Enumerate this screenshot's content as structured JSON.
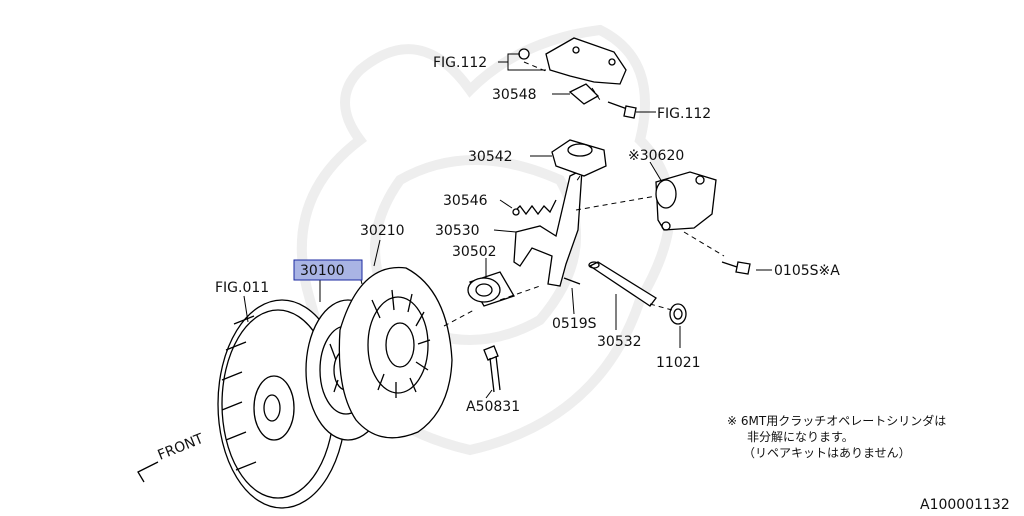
{
  "diagram": {
    "labels": {
      "fig112_top": "FIG.112",
      "p30548": "30548",
      "fig112_bolt": "FIG.112",
      "p30542": "30542",
      "p30620": "※30620",
      "p30546": "30546",
      "p30530": "30530",
      "p30210": "30210",
      "p30502": "30502",
      "p30100": "30100",
      "p0105s": "0105S※A",
      "fig011": "FIG.011",
      "p0519s": "0519S",
      "p30532": "30532",
      "p11021": "11021",
      "a50831": "A50831",
      "front": "FRONT",
      "diagram_id": "A100001132"
    },
    "note": {
      "line1": "※ 6MT用クラッチオペレートシリンダは",
      "line2": "非分解になります。",
      "line3": "（リペアキットはありません）"
    },
    "highlight_color": "#a9b4e4"
  }
}
